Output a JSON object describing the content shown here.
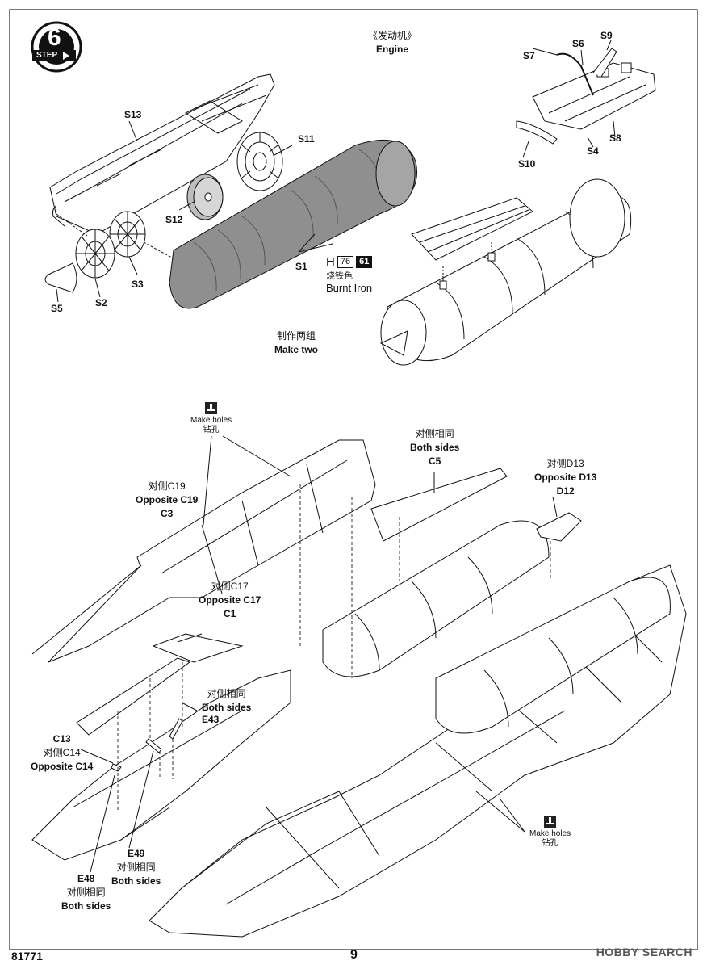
{
  "step": {
    "number": "6",
    "word": "STEP"
  },
  "engine_title": {
    "cn": "《发动机》",
    "en": "Engine"
  },
  "engine_parts": {
    "S13": "S13",
    "S11": "S11",
    "S12": "S12",
    "S1": "S1",
    "S3": "S3",
    "S2": "S2",
    "S5": "S5",
    "S7": "S7",
    "S6": "S6",
    "S9": "S9",
    "S4": "S4",
    "S8": "S8",
    "S10": "S10"
  },
  "paint": {
    "code": "H",
    "num1": "76",
    "num2": "61",
    "cn": "烧铁色",
    "en": "Burnt Iron"
  },
  "make_two": {
    "cn": "制作两组",
    "en": "Make two"
  },
  "make_holes_top": {
    "en": "Make holes",
    "cn": "钻孔"
  },
  "make_holes_bottom": {
    "en": "Make holes",
    "cn": "钻孔"
  },
  "c5": {
    "cn": "对侧相同",
    "en": "Both sides",
    "part": "C5"
  },
  "d13": {
    "cn": "对侧D13",
    "en": "Opposite D13",
    "part": "D12"
  },
  "c19": {
    "cn": "对侧C19",
    "en": "Opposite C19",
    "part": "C3"
  },
  "c17": {
    "cn": "对侧C17",
    "en": "Opposite C17",
    "part": "C1"
  },
  "e43": {
    "cn": "对侧相同",
    "en": "Both sides",
    "part": "E43"
  },
  "c14": {
    "part": "C13",
    "cn": "对侧C14",
    "en": "Opposite C14"
  },
  "e49": {
    "part": "E49",
    "cn": "对侧相同",
    "en": "Both sides"
  },
  "e48": {
    "part": "E48",
    "cn": "对侧相同",
    "en": "Both sides"
  },
  "footer": {
    "code": "81771",
    "page": "9",
    "watermark": "HOBBY SEARCH"
  }
}
